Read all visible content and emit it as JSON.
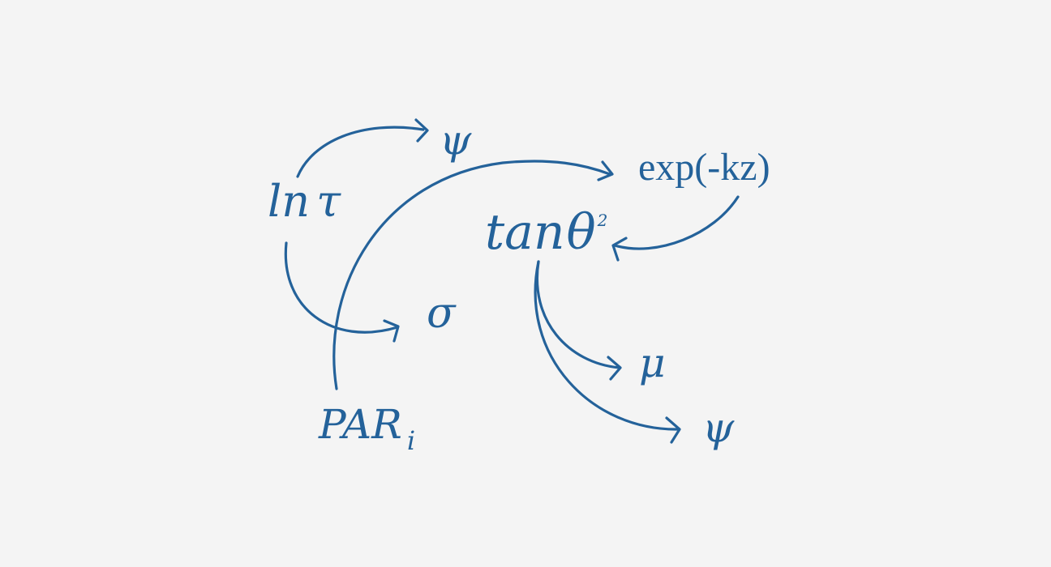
{
  "diagram": {
    "colors": {
      "background": "#f4f4f4",
      "ink": "#24629a"
    },
    "nodes": {
      "ln_tau": {
        "base": "ln",
        "symbol": "τ"
      },
      "psi_top": {
        "label": "ψ"
      },
      "exp": {
        "label": "exp(-kz)"
      },
      "tan": {
        "base": "tan",
        "symbol": "θ",
        "superscript": "2"
      },
      "sigma": {
        "label": "σ"
      },
      "mu": {
        "label": "μ"
      },
      "psi_bottom": {
        "label": "ψ"
      },
      "par": {
        "base": "PAR",
        "subscript": "i"
      }
    },
    "edges": [
      {
        "from": "ln τ",
        "to": "ψ"
      },
      {
        "from": "ln τ",
        "to": "σ"
      },
      {
        "from": "PAR i",
        "to": "exp(-kz)"
      },
      {
        "from": "exp(-kz)",
        "to": "tan θ 2"
      },
      {
        "from": "tan θ 2",
        "to": "μ"
      },
      {
        "from": "tan θ 2",
        "to": "ψ"
      }
    ]
  }
}
